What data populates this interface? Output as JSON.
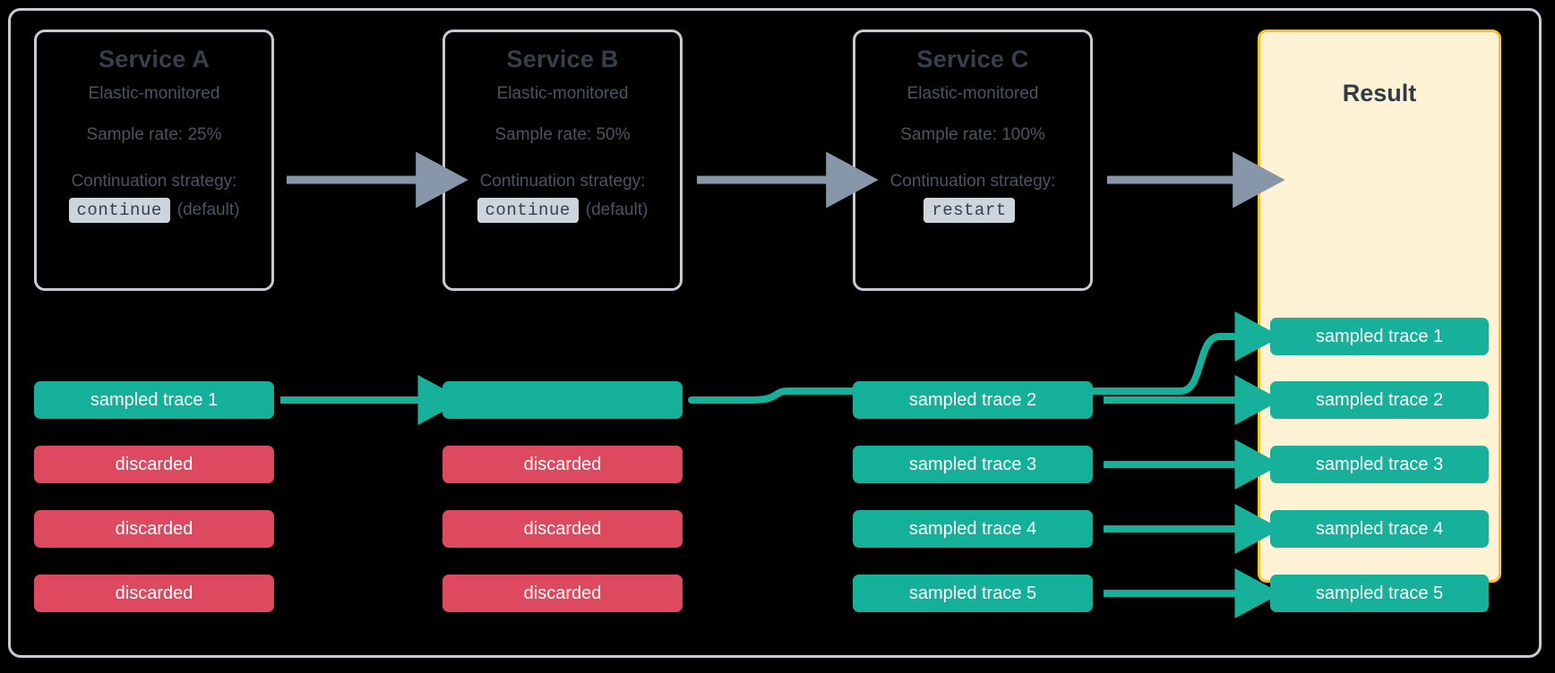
{
  "diagram": {
    "title": "Distributed tracing sampling continuation strategies",
    "colors": {
      "background": "#000000",
      "frame_border": "#c5ccd6",
      "service_border": "#c5ccd6",
      "service_text": "#4a5462",
      "service_title": "#36404c",
      "code_badge_bg": "#ccd5de",
      "result_bg": "#fdf3d4",
      "result_border": "#fbc02d",
      "sampled": "#14b09a",
      "discarded": "#dd4a5f",
      "gray_arrow": "#8796a8"
    }
  },
  "services": [
    {
      "name": "Service A",
      "subtitle": "Elastic-monitored",
      "sample_rate": "Sample rate: 25%",
      "strategy_label": "Continuation strategy:",
      "strategy_value": "continue",
      "strategy_note": "(default)"
    },
    {
      "name": "Service B",
      "subtitle": "Elastic-monitored",
      "sample_rate": "Sample rate: 50%",
      "strategy_label": "Continuation strategy:",
      "strategy_value": "continue",
      "strategy_note": "(default)"
    },
    {
      "name": "Service C",
      "subtitle": "Elastic-monitored",
      "sample_rate": "Sample rate: 100%",
      "strategy_label": "Continuation strategy:",
      "strategy_value": "restart",
      "strategy_note": ""
    }
  ],
  "result": {
    "title": "Result",
    "traces": [
      "sampled trace 1",
      "sampled trace 2",
      "sampled trace 3",
      "sampled trace 4",
      "sampled trace 5"
    ]
  },
  "columns": {
    "service_a": [
      {
        "label": "sampled trace 1",
        "state": "sampled"
      },
      {
        "label": "discarded",
        "state": "discarded"
      },
      {
        "label": "discarded",
        "state": "discarded"
      },
      {
        "label": "discarded",
        "state": "discarded"
      }
    ],
    "service_b": [
      {
        "label": "",
        "state": "sampled"
      },
      {
        "label": "discarded",
        "state": "discarded"
      },
      {
        "label": "discarded",
        "state": "discarded"
      },
      {
        "label": "discarded",
        "state": "discarded"
      }
    ],
    "service_c": [
      {
        "label": "sampled trace 2",
        "state": "sampled"
      },
      {
        "label": "sampled trace 3",
        "state": "sampled"
      },
      {
        "label": "sampled trace 4",
        "state": "sampled"
      },
      {
        "label": "sampled trace 5",
        "state": "sampled"
      }
    ]
  }
}
